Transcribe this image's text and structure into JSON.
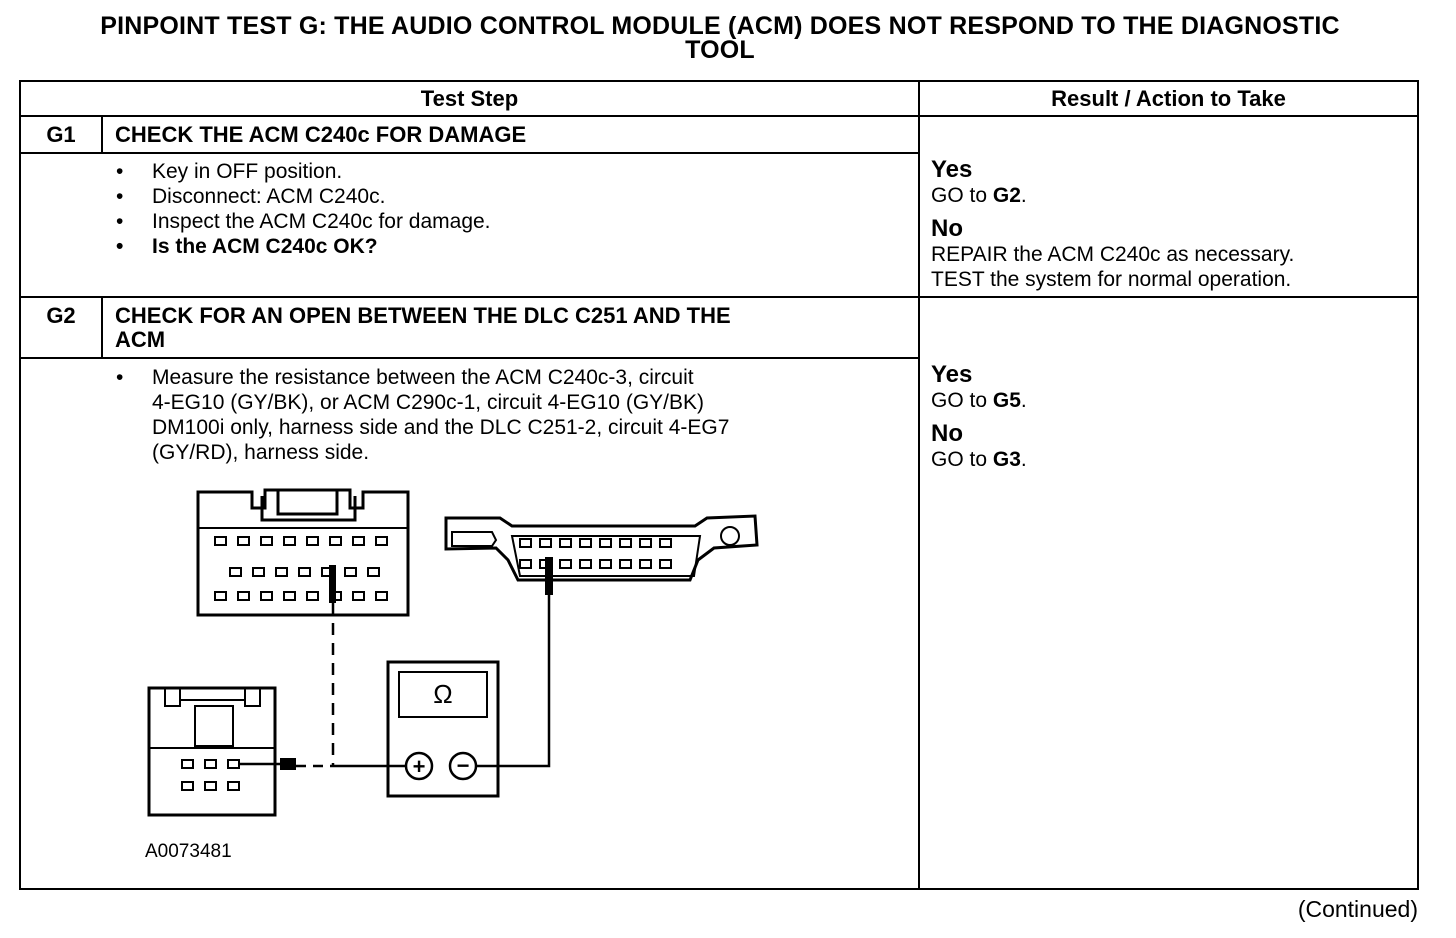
{
  "title_line1": "PINPOINT TEST  G: THE AUDIO CONTROL MODULE (ACM) DOES NOT RESPOND TO THE DIAGNOSTIC",
  "title_line2": "TOOL",
  "table": {
    "col_test_step": "Test Step",
    "col_result": "Result / Action to Take"
  },
  "steps": [
    {
      "id": "G1",
      "heading": "CHECK THE ACM C240c FOR DAMAGE",
      "bullets": [
        "Key in OFF position.",
        "Disconnect: ACM C240c.",
        "Inspect the ACM C240c for damage.",
        "Is the ACM C240c OK?"
      ],
      "yes_label": "Yes",
      "yes_prefix": "GO to ",
      "yes_target": "G2",
      "yes_suffix": ".",
      "no_label": "No",
      "no_line1": "REPAIR the ACM C240c as necessary.",
      "no_line2": "TEST the system for normal operation."
    },
    {
      "id": "G2",
      "heading_line1": "CHECK FOR AN OPEN BETWEEN THE DLC C251 AND THE",
      "heading_line2": "ACM",
      "bullet_line1": "Measure the resistance between the ACM C240c-3, circuit",
      "bullet_line2": "4-EG10 (GY/BK), or ACM C290c-1, circuit 4-EG10 (GY/BK)",
      "bullet_line3": "DM100i only, harness side and the DLC C251-2, circuit 4-EG7",
      "bullet_line4": "(GY/RD), harness side.",
      "yes_label": "Yes",
      "yes_prefix": "GO to ",
      "yes_target": "G5",
      "yes_suffix": ".",
      "no_label": "No",
      "no_prefix": "GO to ",
      "no_target": "G3",
      "no_suffix": "."
    }
  ],
  "diagram": {
    "meter_symbol": "Ω",
    "plus": "+",
    "minus": "−",
    "figure_id": "A0073481"
  },
  "continued": "(Continued)"
}
